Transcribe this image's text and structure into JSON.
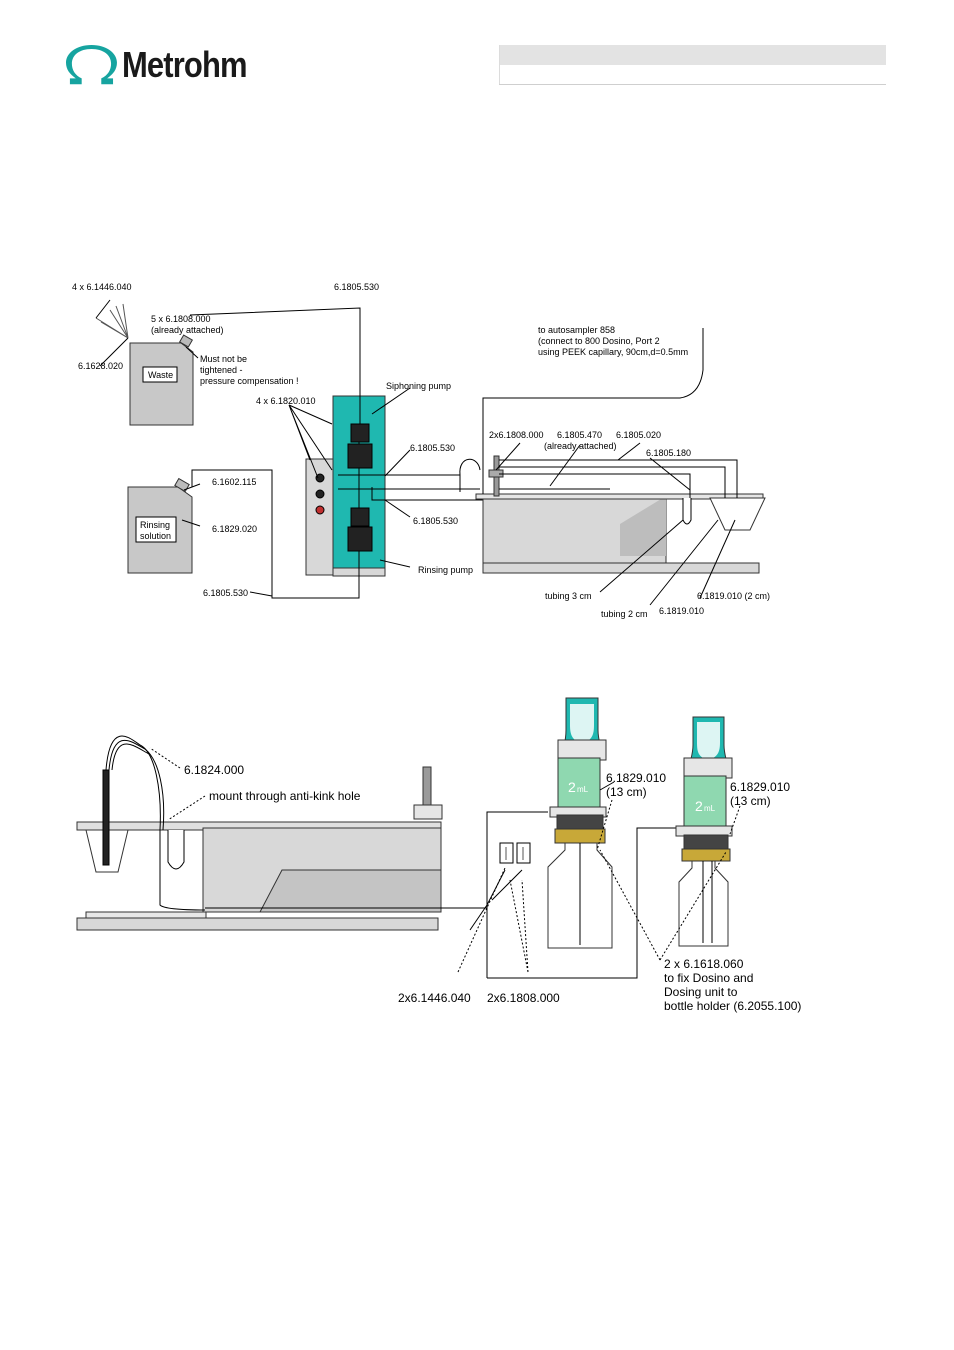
{
  "header": {
    "brand": "Metrohm",
    "logo_icon": "omega-icon",
    "brand_color": "#16a4a0"
  },
  "diagram1": {
    "labels": {
      "connectors_4x": "4 x 6.1446.040",
      "tubing_top": "6.1805.530",
      "five_x": "5 x 6.1808.000",
      "already_attached_1": "(already attached)",
      "waste_can_part": "6.1628.020",
      "must_not_1": "Must not be",
      "must_not_2": "tightened -",
      "must_not_3": "pressure compensation !",
      "waste": "Waste",
      "to_autosampler_1": "to autosampler 858",
      "to_autosampler_2": "(connect to 800 Dosino, Port 2",
      "to_autosampler_3": "using PEEK capillary, 90cm,d=0.5mm",
      "siphoning_pump": "Siphoning pump",
      "four_x_1820": "4 x 6.1820.010",
      "two_x_1808": "2x6.1808.000",
      "p1805_470": "6.1805.470",
      "p1805_020": "6.1805.020",
      "already_attached_2": "(already attached)",
      "p1805_530_mid": "6.1805.530",
      "p1805_180": "6.1805.180",
      "p1602_115": "6.1602.115",
      "p1805_530_low": "6.1805.530",
      "rinsing_1": "Rinsing",
      "rinsing_2": "solution",
      "p1829_020": "6.1829.020",
      "rinsing_pump": "Rinsing pump",
      "p1805_530_bottom": "6.1805.530",
      "tubing_3cm": "tubing 3 cm",
      "p1819_010_2cm": "6.1819.010 (2 cm)",
      "tubing_2cm": "tubing 2 cm",
      "p1819_010": "6.1819.010"
    }
  },
  "diagram2": {
    "labels": {
      "p1824_000": "6.1824.000",
      "mount_hole": "mount through anti-kink hole",
      "left_1829": "6.1829.010",
      "left_13cm": "(13 cm)",
      "right_1829": "6.1829.010",
      "right_13cm": "(13 cm)",
      "vol_left": "2",
      "vol_right": "2",
      "unit_left": "mL",
      "unit_right": "mL",
      "fix_1": "2 x 6.1618.060",
      "fix_2": "to fix Dosino and",
      "fix_3": "Dosing unit to",
      "fix_4": "bottle holder (6.2055.100)",
      "bottom_1446": "2x6.1446.040",
      "bottom_1808": "2x6.1808.000"
    }
  },
  "colors": {
    "teal": "#1fb8b0",
    "green": "#8fd8b0",
    "gray_device": "#cfcfcf",
    "can_gray": "#c8c8c8",
    "gold": "#c8a838"
  }
}
